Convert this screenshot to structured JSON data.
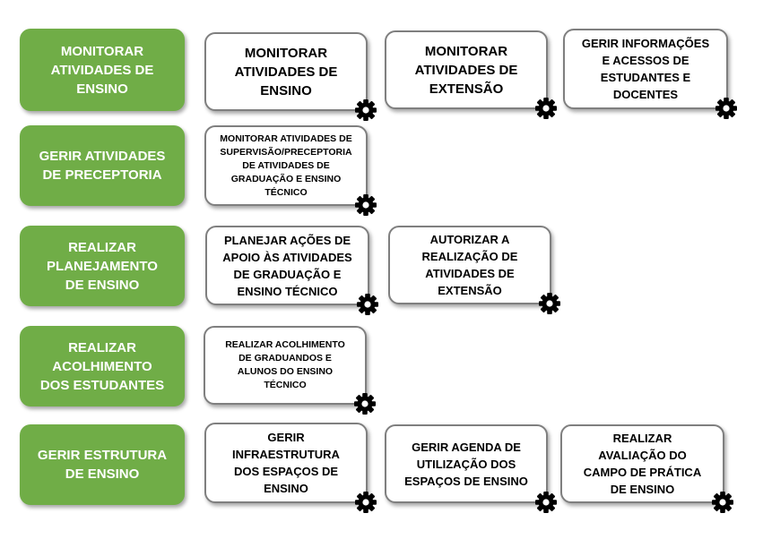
{
  "colors": {
    "category_fill": "#70ad47",
    "category_text": "#ffffff",
    "box_border": "#7f7f7f",
    "gear": "#000000"
  },
  "rows": [
    {
      "category": "MONITORAR ATIVIDADES DE ENSINO",
      "processes": [
        "MONITORAR ATIVIDADES DE ENSINO",
        "MONITORAR ATIVIDADES DE EXTENSÃO",
        "GERIR INFORMAÇÕES E ACESSOS DE ESTUDANTES E DOCENTES"
      ]
    },
    {
      "category": "GERIR ATIVIDADES DE PRECEPTORIA",
      "processes": [
        "MONITORAR ATIVIDADES DE SUPERVISÃO/PRECEPTORIA DE ATIVIDADES DE GRADUAÇÃO E ENSINO TÉCNICO"
      ]
    },
    {
      "category": "REALIZAR PLANEJAMENTO DE ENSINO",
      "processes": [
        "PLANEJAR AÇÕES DE APOIO ÀS ATIVIDADES DE GRADUAÇÃO E ENSINO TÉCNICO",
        "AUTORIZAR A REALIZAÇÃO DE ATIVIDADES DE EXTENSÃO"
      ]
    },
    {
      "category": "REALIZAR ACOLHIMENTO DOS ESTUDANTES",
      "processes": [
        "REALIZAR ACOLHIMENTO DE GRADUANDOS E ALUNOS DO ENSINO TÉCNICO"
      ]
    },
    {
      "category": "GERIR ESTRUTURA DE ENSINO",
      "processes": [
        "GERIR INFRAESTRUTURA DOS ESPAÇOS DE ENSINO",
        "GERIR AGENDA DE UTILIZAÇÃO DOS ESPAÇOS DE ENSINO",
        "REALIZAR AVALIAÇÃO DO CAMPO DE PRÁTICA DE ENSINO"
      ]
    }
  ]
}
